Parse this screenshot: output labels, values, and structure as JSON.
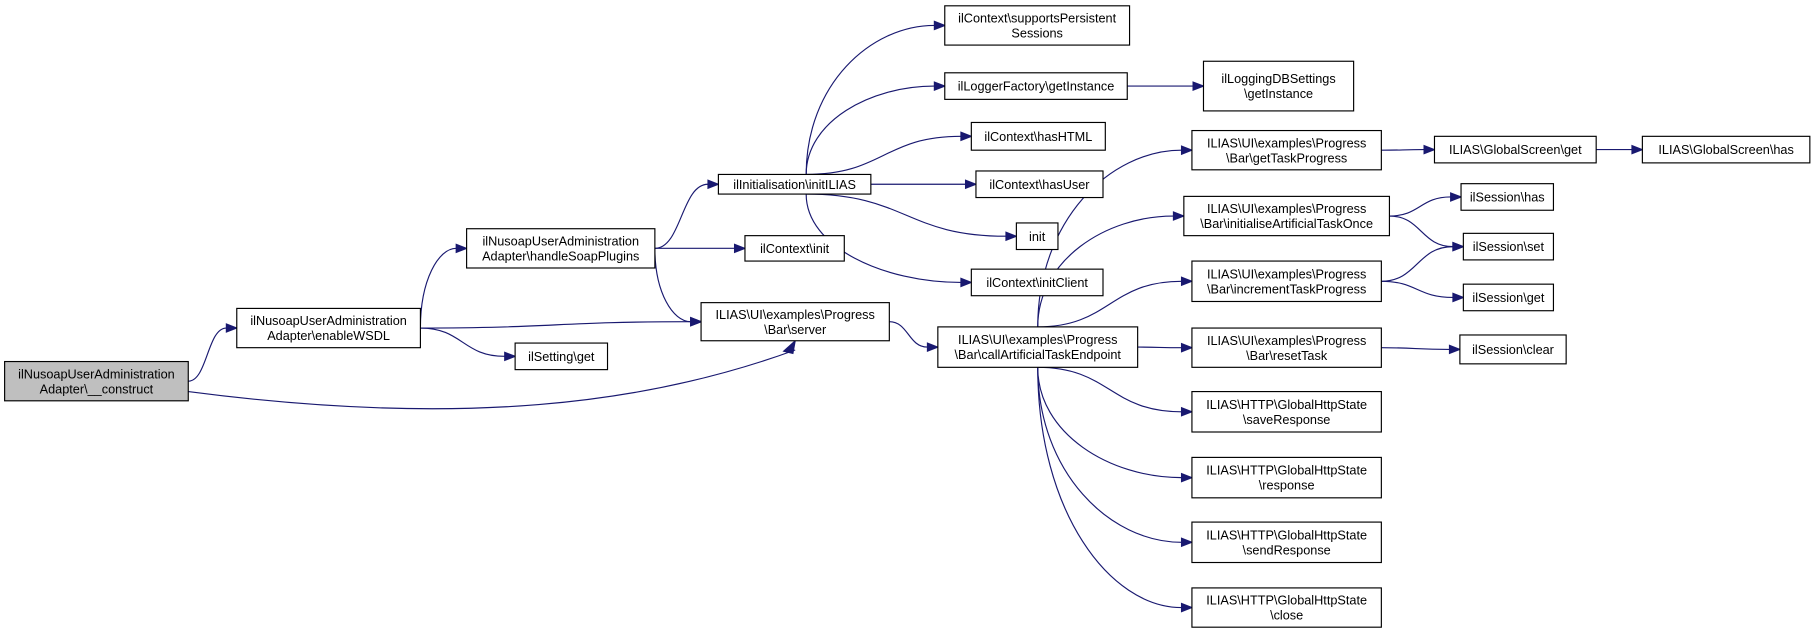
{
  "colors": {
    "edge": "#191970",
    "current_node_fill": "#bfbfbf",
    "node_fill": "#ffffff"
  },
  "nodes": {
    "construct": {
      "lines": [
        "ilNusoapUserAdministration",
        "Adapter\\__construct"
      ],
      "current": true
    },
    "enableWSDL": {
      "lines": [
        "ilNusoapUserAdministration",
        "Adapter\\enableWSDL"
      ]
    },
    "handleSoapPlugins": {
      "lines": [
        "ilNusoapUserAdministration",
        "Adapter\\handleSoapPlugins"
      ]
    },
    "settingGet": {
      "lines": [
        "ilSetting\\get"
      ]
    },
    "initILIAS": {
      "lines": [
        "ilInitialisation\\initILIAS"
      ]
    },
    "contextInit": {
      "lines": [
        "ilContext\\init"
      ]
    },
    "server": {
      "lines": [
        "ILIAS\\UI\\examples\\Progress",
        "\\Bar\\server"
      ]
    },
    "supportsPersistent": {
      "lines": [
        "ilContext\\supportsPersistent",
        "Sessions"
      ]
    },
    "loggerFactory": {
      "lines": [
        "ilLoggerFactory\\getInstance"
      ]
    },
    "loggingDB": {
      "lines": [
        "ilLoggingDBSettings",
        "\\getInstance"
      ]
    },
    "hasHTML": {
      "lines": [
        "ilContext\\hasHTML"
      ]
    },
    "hasUser": {
      "lines": [
        "ilContext\\hasUser"
      ]
    },
    "init": {
      "lines": [
        "init"
      ]
    },
    "initClient": {
      "lines": [
        "ilContext\\initClient"
      ]
    },
    "callEndpoint": {
      "lines": [
        "ILIAS\\UI\\examples\\Progress",
        "\\Bar\\callArtificialTaskEndpoint"
      ]
    },
    "getTaskProgress": {
      "lines": [
        "ILIAS\\UI\\examples\\Progress",
        "\\Bar\\getTaskProgress"
      ]
    },
    "initialiseOnce": {
      "lines": [
        "ILIAS\\UI\\examples\\Progress",
        "\\Bar\\initialiseArtificialTaskOnce"
      ]
    },
    "increment": {
      "lines": [
        "ILIAS\\UI\\examples\\Progress",
        "\\Bar\\incrementTaskProgress"
      ]
    },
    "resetTask": {
      "lines": [
        "ILIAS\\UI\\examples\\Progress",
        "\\Bar\\resetTask"
      ]
    },
    "saveResponse": {
      "lines": [
        "ILIAS\\HTTP\\GlobalHttpState",
        "\\saveResponse"
      ]
    },
    "response": {
      "lines": [
        "ILIAS\\HTTP\\GlobalHttpState",
        "\\response"
      ]
    },
    "sendResponse": {
      "lines": [
        "ILIAS\\HTTP\\GlobalHttpState",
        "\\sendResponse"
      ]
    },
    "close": {
      "lines": [
        "ILIAS\\HTTP\\GlobalHttpState",
        "\\close"
      ]
    },
    "gsGet": {
      "lines": [
        "ILIAS\\GlobalScreen\\get"
      ]
    },
    "gsHas": {
      "lines": [
        "ILIAS\\GlobalScreen\\has"
      ]
    },
    "sessHas": {
      "lines": [
        "ilSession\\has"
      ]
    },
    "sessSet": {
      "lines": [
        "ilSession\\set"
      ]
    },
    "sessGet": {
      "lines": [
        "ilSession\\get"
      ]
    },
    "sessClear": {
      "lines": [
        "ilSession\\clear"
      ]
    }
  },
  "edges": [
    [
      "construct",
      "enableWSDL"
    ],
    [
      "construct",
      "server"
    ],
    [
      "enableWSDL",
      "handleSoapPlugins"
    ],
    [
      "enableWSDL",
      "server"
    ],
    [
      "enableWSDL",
      "settingGet"
    ],
    [
      "handleSoapPlugins",
      "initILIAS"
    ],
    [
      "handleSoapPlugins",
      "contextInit"
    ],
    [
      "handleSoapPlugins",
      "server"
    ],
    [
      "initILIAS",
      "supportsPersistent"
    ],
    [
      "initILIAS",
      "loggerFactory"
    ],
    [
      "initILIAS",
      "hasHTML"
    ],
    [
      "initILIAS",
      "hasUser"
    ],
    [
      "initILIAS",
      "init"
    ],
    [
      "initILIAS",
      "initClient"
    ],
    [
      "loggerFactory",
      "loggingDB"
    ],
    [
      "server",
      "callEndpoint"
    ],
    [
      "callEndpoint",
      "getTaskProgress"
    ],
    [
      "callEndpoint",
      "initialiseOnce"
    ],
    [
      "callEndpoint",
      "increment"
    ],
    [
      "callEndpoint",
      "resetTask"
    ],
    [
      "callEndpoint",
      "saveResponse"
    ],
    [
      "callEndpoint",
      "response"
    ],
    [
      "callEndpoint",
      "sendResponse"
    ],
    [
      "callEndpoint",
      "close"
    ],
    [
      "getTaskProgress",
      "gsGet"
    ],
    [
      "gsGet",
      "gsHas"
    ],
    [
      "initialiseOnce",
      "sessHas"
    ],
    [
      "initialiseOnce",
      "sessSet"
    ],
    [
      "increment",
      "sessSet"
    ],
    [
      "increment",
      "sessGet"
    ],
    [
      "resetTask",
      "sessClear"
    ]
  ]
}
